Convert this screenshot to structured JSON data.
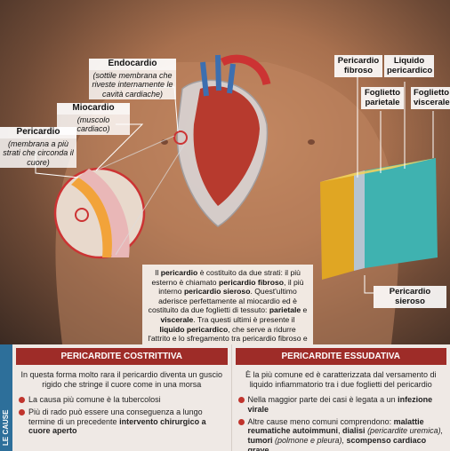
{
  "labels": {
    "endocardio": {
      "title": "Endocardio",
      "sub": "(sottile membrana che riveste internamente le cavità cardiache)"
    },
    "miocardio": {
      "title": "Miocardio",
      "sub": "(muscolo cardiaco)"
    },
    "pericardio": {
      "title": "Pericardio",
      "sub": "(membrana a più strati che circonda il cuore)"
    },
    "pericardio_fibroso": "Pericardio fibroso",
    "liquido_pericardico": "Liquido pericardico",
    "foglietto_parietale": "Foglietto parietale",
    "foglietto_viscerale": "Foglietto viscerale",
    "pericardio_sieroso": "Pericardio sieroso"
  },
  "info": {
    "p1": "Il ",
    "b1": "pericardio",
    "p2": " è costituito da due strati: il più esterno è chiamato ",
    "b2": "pericardio fibroso",
    "p3": ", il più interno ",
    "b3": "pericardio sieroso",
    "p4": ". Quest'ultimo aderisce perfettamente al miocardio ed è costituito da due foglietti di tessuto: ",
    "b4": "parietale",
    "p5": " e ",
    "b5": "viscerale",
    "p6": ". Tra questi ultimi è presente il ",
    "b6": "liquido pericardico",
    "p7": ", che serve a ridurre l'attrito e lo sfregamento tra pericardio fibroso e sieroso"
  },
  "sidebar": "LE CAUSE",
  "costrittiva": {
    "title": "PERICARDITE COSTRITTIVA",
    "desc": "In questa forma molto rara il pericardio diventa un guscio rigido che stringe il cuore come in una morsa",
    "b1": "La causa più comune è la tubercolosi",
    "b2a": "Più di rado può essere una conseguenza a lungo termine di un precedente ",
    "b2b": "intervento chirurgico a cuore aperto"
  },
  "essudativa": {
    "title": "PERICARDITE ESSUDATIVA",
    "desc": "È la più comune ed è caratterizzata dal versamento di liquido infiammatorio tra i due foglietti del pericardio",
    "b1a": "Nella maggior parte dei casi è legata a un ",
    "b1b": "infezione virale",
    "b2a": "Altre cause meno comuni comprendono: ",
    "b2b": "malattie reumatiche autoimmuni",
    "b2c": ", ",
    "b2d": "dialisi",
    "b2e": " (pericardite uremica), ",
    "b2f": "tumori",
    "b2g": " (polmone e pleura), ",
    "b2h": "scompenso cardiaco grave"
  },
  "colors": {
    "accent": "#9e2c28",
    "sidebar": "#2d6f9a",
    "panel": "#efe9e5"
  }
}
